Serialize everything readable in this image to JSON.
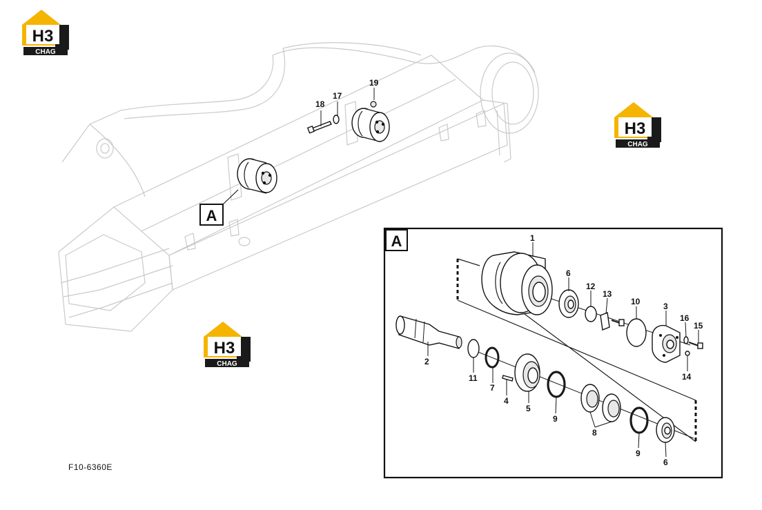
{
  "figure_code": "F10-6360E",
  "logo": {
    "mark": "H3",
    "text": "CHAG"
  },
  "detail": {
    "label": "A",
    "leader_label": "A"
  },
  "callouts": {
    "overview": {
      "c17": "17",
      "c18": "18",
      "c19": "19"
    },
    "detail": {
      "c1": "1",
      "c2": "2",
      "c3": "3",
      "c4": "4",
      "c5": "5",
      "c6a": "6",
      "c6b": "6",
      "c7": "7",
      "c8": "8",
      "c9a": "9",
      "c9b": "9",
      "c10": "10",
      "c11": "11",
      "c12": "12",
      "c13": "13",
      "c14": "14",
      "c15": "15",
      "c16": "16"
    }
  }
}
